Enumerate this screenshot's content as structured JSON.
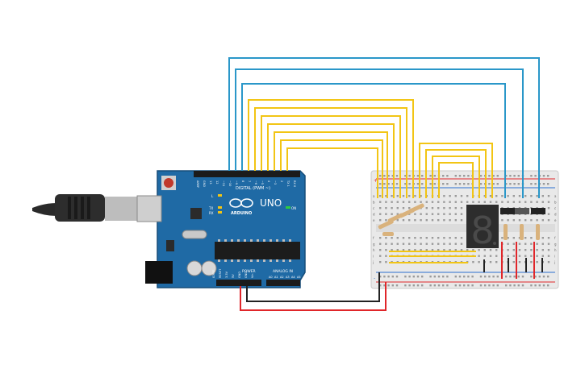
{
  "arduino": {
    "model_label": "UNO",
    "brand_label": "ARDUINO",
    "digital_label": "DIGITAL (PWM ~)",
    "power_label": "POWER",
    "analog_label": "ANALOG IN",
    "on_label": "ON",
    "l_label": "L",
    "tx_label": "TX",
    "rx_label": "RX",
    "digital_pins": [
      "AREF",
      "GND",
      "13",
      "12",
      "~11",
      "~10",
      "~9",
      "8",
      "7",
      "~6",
      "~5",
      "4",
      "~3",
      "2",
      "TX 1",
      "RX 0"
    ],
    "power_pins": [
      "IOREF",
      "RESET",
      "3.3V",
      "5V",
      "GND",
      "GND",
      "Vin"
    ],
    "analog_pins": [
      "A0",
      "A1",
      "A2",
      "A3",
      "A4",
      "A5"
    ]
  },
  "breadboard": {
    "row_letters_top": [
      "a",
      "b",
      "c",
      "d",
      "e"
    ],
    "row_letters_bottom": [
      "f",
      "g",
      "h",
      "i",
      "j"
    ],
    "rail_plus": "+",
    "rail_minus": "-"
  },
  "seven_segment": {
    "digit": "8"
  },
  "colors": {
    "board_blue": "#1f6aa5",
    "wire_yellow": "#f2c514",
    "wire_blue": "#2a97c9",
    "wire_red": "#e0262a",
    "wire_black": "#222222",
    "resistor_tan": "#d9b27c"
  }
}
